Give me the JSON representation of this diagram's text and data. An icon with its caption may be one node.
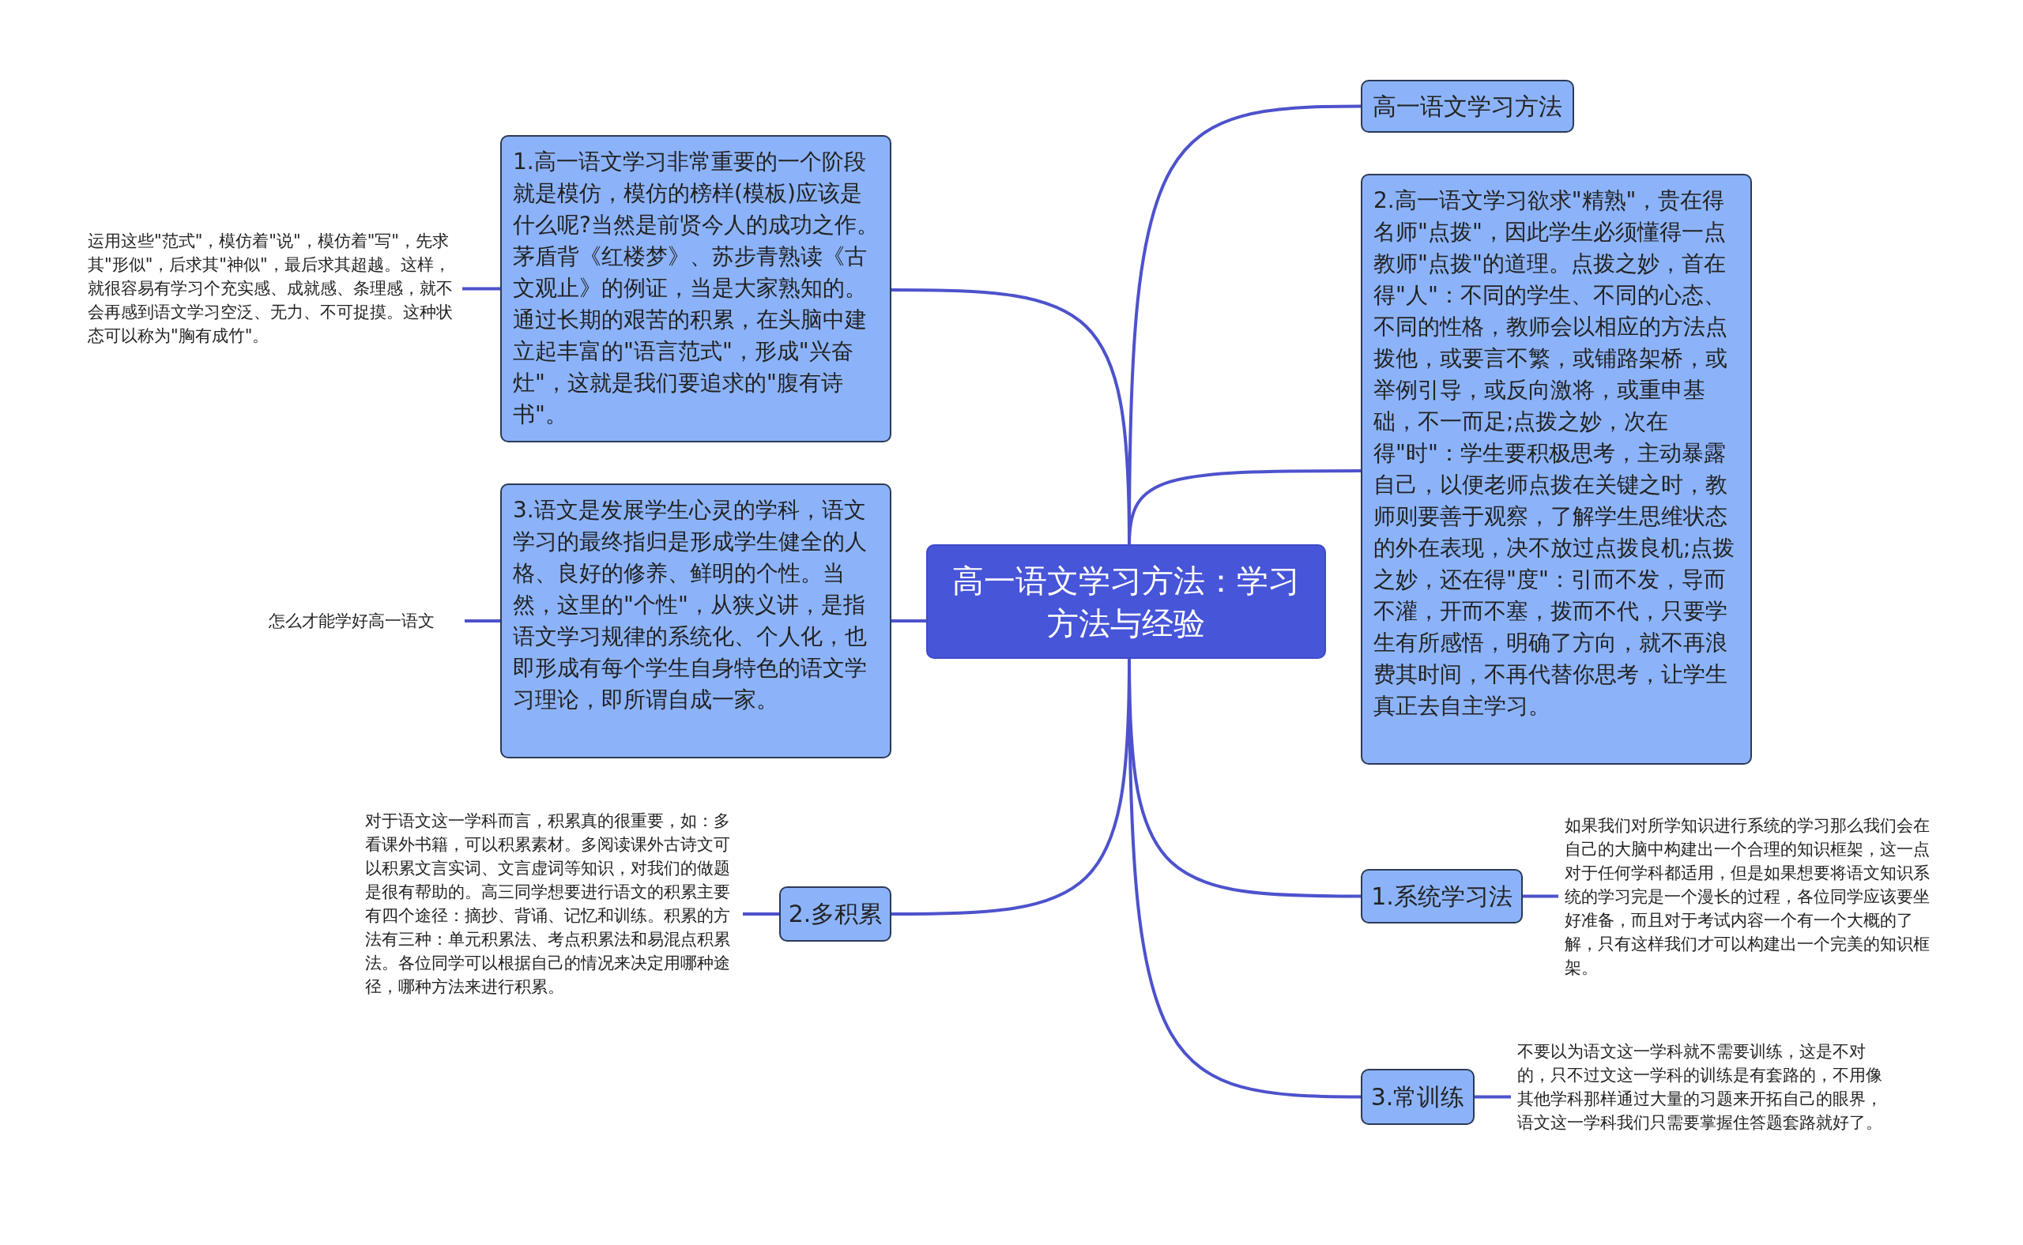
{
  "diagram": {
    "nodes": [
      {
        "text": [
          "高一语文学习方法：学习方法与经验"
        ]
      },
      {
        "text": [
          "高一语文学习方法"
        ]
      },
      {
        "text": [
          "2.高一语文学习欲求\"精熟\"，贵在得名师\"点拨\"，因此学生必须懂得一点教师\"点拨\"的道理。点拨之妙，首在得\"人\"：不同的学生、不同的心态、不同的性格，教师会以相应的方法点拨他，或要言不繁，或铺路架桥，或举例引导，或反向激将，或重申基础，不一而足;点拨之妙，次在得\"时\"：学生要积极思考，主动暴露自己，以便老师点拨在关键之时，教师则要善于观察，了解学生思维状态的外在表现，决不放过点拨良机;点拨之妙，还在得\"度\"：引而不发，导而不灌，开而不塞，拨而不代，只要学生有所感悟，明确了方向，就不再浪费其时间，不再代替你思考，让学生真正去自主学习。"
        ]
      },
      {
        "text": [
          "1.系统学习法"
        ]
      },
      {
        "text": [
          "3.常训练"
        ]
      },
      {
        "text": [
          "1.高一语文学习非常重要的一个阶段就是模仿，模仿的榜样(模板)应该是什么呢?当然是前贤今人的成功之作。茅盾背《红楼梦》、苏步青熟读《古文观止》的例证，当是大家熟知的。通过长期的艰苦的积累，在头脑中建立起丰富的\"语言范式\"，形成\"兴奋灶\"，这就是我们要追求的\"腹有诗书\"。"
        ]
      },
      {
        "text": [
          "3.语文是发展学生心灵的学科，语文学习的最终指归是形成学生健全的人格、良好的修养、鲜明的个性。当然，这里的\"个性\"，从狭义讲，是指语文学习规律的系统化、个人化，也即形成有每个学生自身特色的语文学习理论，即所谓自成一家。"
        ]
      },
      {
        "text": [
          "2.多积累"
        ]
      },
      {
        "text": [
          "运用这些\"范式\"，模仿着\"说\"，模仿着\"写\"，先求其\"形似\"，后求其\"神似\"，最后求其超越。这样，就很容易有学习个充实感、成就感、条理感，就不会再感到语文学习空泛、无力、不可捉摸。这种状态可以称为\"胸有成竹\"。"
        ]
      },
      {
        "text": [
          "怎么才能学好高一语文"
        ]
      },
      {
        "text": [
          "对于语文这一学科而言，积累真的很重要，如：多看课外书籍，可以积累素材。多阅读课外古诗文可以积累文言实词、文言虚词等知识，对我们的做题是很有帮助的。高三同学想要进行语文的积累主要有四个途径：摘抄、背诵、记忆和训练。积累的方法有三种：单元积累法、考点积累法和易混点积累法。各位同学可以根据自己的情况来决定用哪种途径，哪种方法来进行积累。"
        ]
      },
      {
        "text": [
          "如果我们对所学知识进行系统的学习那么我们会在自己的大脑中构建出一个合理的知识框架，这一点对于任何学科都适用，但是如果想要将语文知识系统的学习完是一个漫长的过程，各位同学应该要坐好准备，而且对于考试内容一个有一个大概的了解，只有这样我们才可以构建出一个完美的知识框架。"
        ]
      },
      {
        "text": [
          "不要以为语文这一学科就不需要训练，这是不对的，只不过文这一学科的训练是有套路的，不用像其他学科那样通过大量的习题来开拓自己的眼界，语文这一学科我们只需要掌握住答题套路就好了。"
        ]
      }
    ],
    "edges": [
      {
        "from": 0,
        "to": 1,
        "arrow": "none"
      },
      {
        "from": 0,
        "to": 2,
        "arrow": "none"
      },
      {
        "from": 0,
        "to": 3,
        "arrow": "none"
      },
      {
        "from": 0,
        "to": 4,
        "arrow": "none"
      },
      {
        "from": 0,
        "to": 5,
        "arrow": "none"
      },
      {
        "from": 0,
        "to": 6,
        "arrow": "none"
      },
      {
        "from": 0,
        "to": 7,
        "arrow": "none"
      },
      {
        "from": 5,
        "to": 8,
        "arrow": "none"
      },
      {
        "from": 6,
        "to": 9,
        "arrow": "none"
      },
      {
        "from": 7,
        "to": 10,
        "arrow": "none"
      },
      {
        "from": 3,
        "to": 11,
        "arrow": "none"
      },
      {
        "from": 4,
        "to": 12,
        "arrow": "none"
      }
    ]
  }
}
